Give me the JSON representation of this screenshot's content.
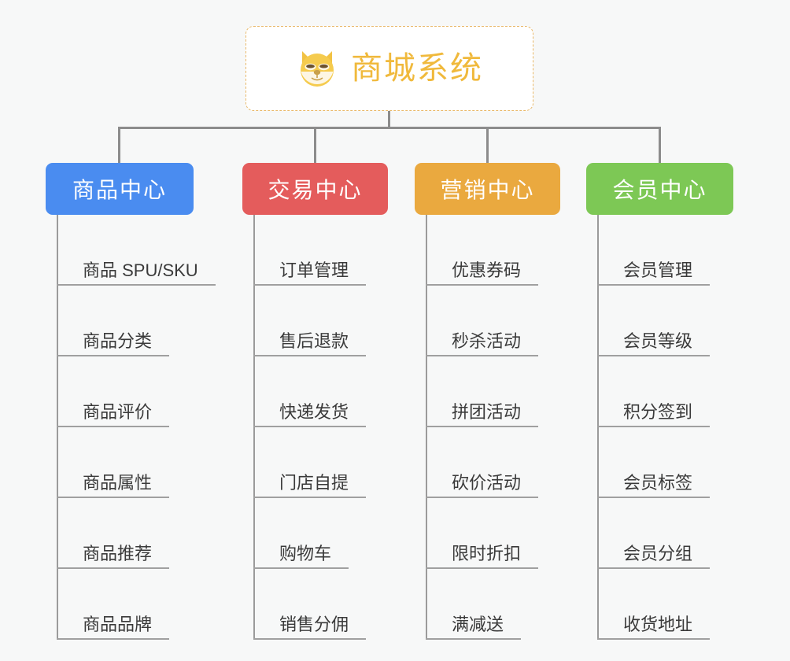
{
  "root": {
    "label": "商城系统",
    "icon": "shiba-inu-dog-face-icon",
    "accent_color": "#f0b93c",
    "border_color": "#e9b96a",
    "background": "#ffffff"
  },
  "canvas": {
    "background_color": "#f7f8f8",
    "connector_color": "#8c8c8c",
    "rule_color": "#a0a0a0",
    "leaf_text_color": "#3a3a3a"
  },
  "columns": [
    {
      "title": "商品中心",
      "color": "#4a8cf0",
      "items": [
        "商品 SPU/SKU",
        "商品分类",
        "商品评价",
        "商品属性",
        "商品推荐",
        "商品品牌"
      ]
    },
    {
      "title": "交易中心",
      "color": "#e45c5c",
      "items": [
        "订单管理",
        "售后退款",
        "快递发货",
        "门店自提",
        "购物车",
        "销售分佣"
      ]
    },
    {
      "title": "营销中心",
      "color": "#eaa93f",
      "items": [
        "优惠券码",
        "秒杀活动",
        "拼团活动",
        "砍价活动",
        "限时折扣",
        "满减送"
      ]
    },
    {
      "title": "会员中心",
      "color": "#7dc855",
      "items": [
        "会员管理",
        "会员等级",
        "积分签到",
        "会员标签",
        "会员分组",
        "收货地址"
      ]
    }
  ]
}
